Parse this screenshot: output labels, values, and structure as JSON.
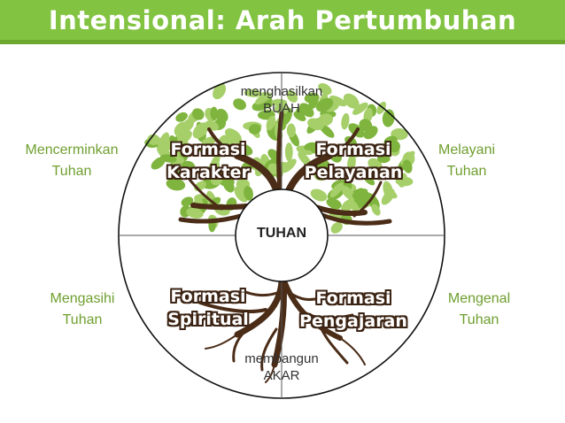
{
  "header": {
    "title": "Intensional: Arah Pertumbuhan"
  },
  "diagram": {
    "center": "TUHAN",
    "top_ring": {
      "line1": "menghasilkan",
      "line2": "BUAH"
    },
    "bottom_ring": {
      "line1": "membangun",
      "line2": "AKAR"
    },
    "quadrants": {
      "top_left": {
        "line1": "Formasi",
        "line2": "Karakter"
      },
      "top_right": {
        "line1": "Formasi",
        "line2": "Pelayanan"
      },
      "bottom_left": {
        "line1": "Formasi",
        "line2": "Spiritual"
      },
      "bottom_right": {
        "line1": "Formasi",
        "line2": "Pengajaran"
      }
    },
    "outer_labels": {
      "top_left": {
        "line1": "Mencerminkan",
        "line2": "Tuhan"
      },
      "top_right": {
        "line1": "Melayani",
        "line2": "Tuhan"
      },
      "bottom_left": {
        "line1": "Mengasihi",
        "line2": "Tuhan"
      },
      "bottom_right": {
        "line1": "Mengenal",
        "line2": "Tuhan"
      }
    }
  },
  "colors": {
    "title_bar": "#82c341",
    "title_text": "#ffffff",
    "outer_label": "#6f9f2f",
    "leaf_light": "#a6cf6a",
    "leaf_dark": "#7fb53e",
    "trunk": "#4a2c17"
  }
}
